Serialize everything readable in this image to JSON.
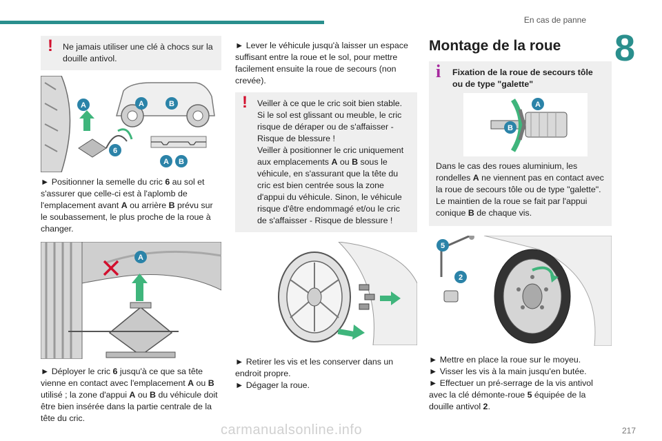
{
  "header": {
    "section": "En cas de panne",
    "chapter": "8"
  },
  "col1": {
    "warning_text": "Ne jamais utiliser une clé à chocs sur la douille antivol.",
    "fig1_labels": [
      "A",
      "A",
      "B",
      "6",
      "A",
      "B"
    ],
    "step1_parts": [
      "► Positionner la semelle du cric ",
      "6",
      " au sol et s'assurer que celle-ci est à l'aplomb de l'emplacement avant ",
      "A",
      " ou arrière ",
      "B",
      " prévu sur le soubassement, le plus proche de la roue à changer."
    ],
    "fig2_labels": [
      "A"
    ],
    "step2_parts": [
      "► Déployer le cric ",
      "6",
      " jusqu'à ce que sa tête vienne en contact avec l'emplacement ",
      "A",
      " ou ",
      "B",
      " utilisé ; la zone d'appui ",
      "A",
      " ou ",
      "B",
      " du véhicule doit être bien insérée dans la partie centrale de la tête du cric."
    ]
  },
  "col2": {
    "step_lever": "► Lever le véhicule jusqu'à laisser un espace suffisant entre la roue et le sol, pour mettre facilement ensuite la roue de secours (non crevée).",
    "warning_parts": [
      "Veiller à ce que le cric soit bien stable. Si le sol est glissant ou meuble, le cric risque de déraper ou de s'affaisser - Risque de blessure !",
      "Veiller à positionner le cric uniquement aux emplacements ",
      "A",
      " ou ",
      "B",
      " sous le véhicule, en s'assurant que la tête du cric est bien centrée sous la zone d'appui du véhicule. Sinon, le véhicule risque d'être endommagé et/ou le cric de s'affaisser - Risque de blessure !"
    ],
    "step_retirer": "► Retirer les vis et les conserver dans un endroit propre.",
    "step_degager": "► Dégager la roue."
  },
  "col3": {
    "heading": "Montage de la roue",
    "info_title": "Fixation de la roue de secours tôle ou de type \"galette\"",
    "fig3_labels": [
      "A",
      "B"
    ],
    "info_parts": [
      "Dans le cas des roues aluminium, les rondelles ",
      "A",
      " ne viennent pas en contact avec la roue de secours tôle ou de type \"galette\".",
      "Le maintien de la roue se fait par l'appui conique ",
      "B",
      " de chaque vis."
    ],
    "fig4_labels": [
      "5",
      "2"
    ],
    "steps": [
      "► Mettre en place la roue sur le moyeu.",
      "► Visser les vis à la main jusqu'en butée."
    ],
    "step_last_parts": [
      "► Effectuer un pré-serrage de la vis antivol avec la clé démonte-roue ",
      "5",
      " équipée de la douille antivol ",
      "2",
      "."
    ]
  },
  "footer": {
    "page_number": "217",
    "watermark": "carmanualsonline.info"
  },
  "colors": {
    "accent": "#2a8f8d",
    "warning": "#d2102e",
    "info": "#a72a9f",
    "badge": "#2b83a8"
  }
}
